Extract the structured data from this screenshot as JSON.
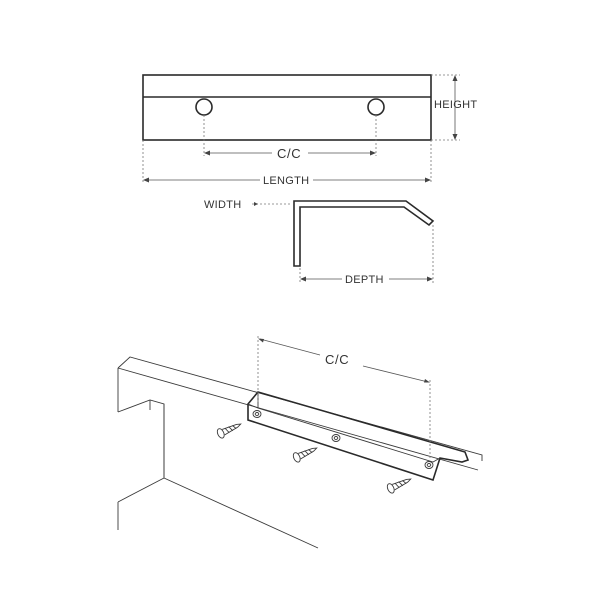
{
  "labels": {
    "height": "HEIGHT",
    "cc_top": "C/C",
    "length": "LENGTH",
    "width": "WIDTH",
    "depth": "DEPTH",
    "cc_install": "C/C"
  },
  "colors": {
    "line": "#2a2a2a",
    "dimension": "#555555",
    "background": "#ffffff"
  }
}
